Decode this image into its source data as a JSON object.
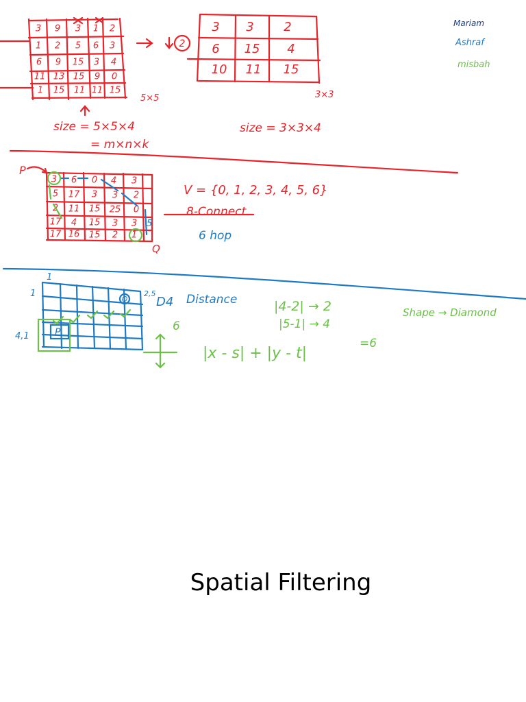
{
  "colors": {
    "red": "#e8242a",
    "blue": "#1f7ac4",
    "green": "#6cc04a",
    "navy": "#1b3f8f"
  },
  "authors": [
    "Mariam",
    "Ashraf",
    "misbah"
  ],
  "section1": {
    "matrix5": [
      [
        "3",
        "9",
        "3",
        "1",
        "2"
      ],
      [
        "1",
        "2",
        "5",
        "6",
        "3"
      ],
      [
        "6",
        "9",
        "15",
        "3",
        "4"
      ],
      [
        "11",
        "13",
        "15",
        "9",
        "0"
      ],
      [
        "1",
        "15",
        "11",
        "11",
        "15"
      ]
    ],
    "label5": "5×5",
    "step_label": "2",
    "matrix3": [
      [
        "3",
        "3",
        "2"
      ],
      [
        "6",
        "15",
        "4"
      ],
      [
        "10",
        "11",
        "15"
      ]
    ],
    "label3": "3×3",
    "size_eq1": "size = 5×5×4",
    "size_eq1b": "= m×n×k",
    "size_eq2": "size = 3×3×4"
  },
  "section2": {
    "p_label": "P",
    "q_label": "Q",
    "grid": [
      [
        "3",
        "6",
        "0",
        "4",
        "3"
      ],
      [
        "5",
        "17",
        "3",
        "3",
        "2"
      ],
      [
        "2",
        "11",
        "15",
        "25",
        "0"
      ],
      [
        "17",
        "4",
        "15",
        "3",
        "3"
      ],
      [
        "17",
        "16",
        "15",
        "2",
        "1"
      ]
    ],
    "v_set": "V = {0, 1, 2, 3, 4, 5, 6}",
    "connectivity": "8-Connect",
    "hops": "6 hop",
    "side_num": "5"
  },
  "section3": {
    "row_marker": "1",
    "col_marker": "1",
    "q_label": "Q",
    "q_coord": "2,5",
    "p_label": "P",
    "p_coord": "4,1",
    "metric": "D4",
    "metric_word": "Distance",
    "dist_value": "6",
    "formula": "|x - s| + |y - t|",
    "calc1": "|4-2| → 2",
    "calc2": "|5-1| → 4",
    "sum": "=6",
    "shape": "Shape → Diamond"
  },
  "title": "Spatial Filtering"
}
